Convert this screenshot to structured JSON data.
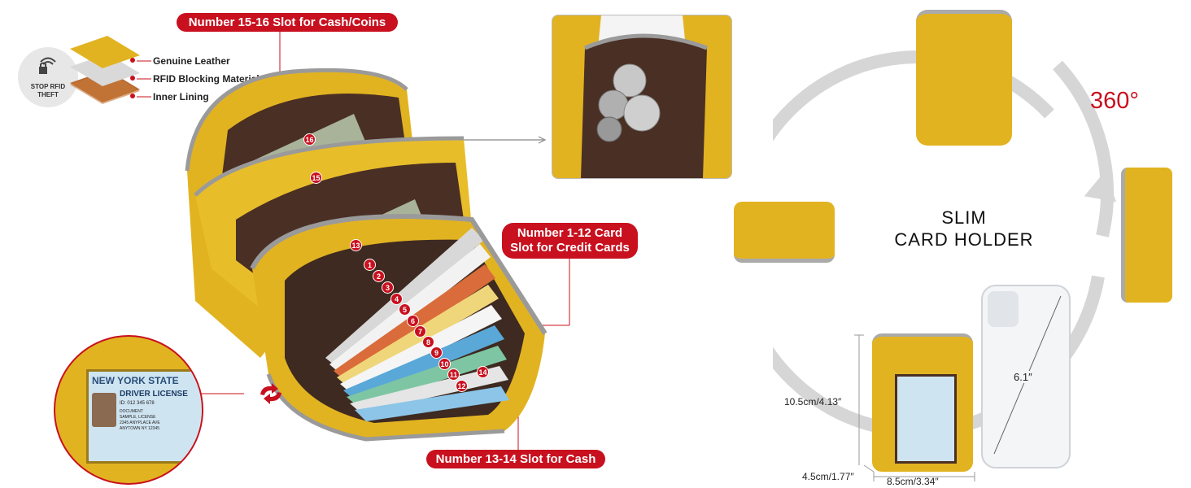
{
  "callouts": {
    "cash_coins": "Number 15-16 Slot for Cash/Coins",
    "credit_cards": "Number 1-12 Card Slot for Credit Cards",
    "cash": "Number 13-14 Slot for Cash"
  },
  "rfid_badge": {
    "line1": "STOP RFID",
    "line2": "THEFT"
  },
  "layers": [
    "Genuine Leather",
    "RFID Blocking Material",
    "Inner Lining"
  ],
  "slot_numbers": [
    "1",
    "2",
    "3",
    "4",
    "5",
    "6",
    "7",
    "8",
    "9",
    "10",
    "11",
    "12",
    "13",
    "14",
    "15",
    "16"
  ],
  "id_card": {
    "state": "NEW YORK STATE",
    "title": "DRIVER LICENSE",
    "id": "ID: 012 345 678",
    "lines": [
      "DOCUMENT",
      "SAMPLE, LICENSE",
      "2345 ANYPLACE AVE",
      "ANYTOWN NY 12345"
    ]
  },
  "rotation": {
    "label": "360°"
  },
  "slim": {
    "line1": "SLIM",
    "line2": "CARD HOLDER"
  },
  "dimensions": {
    "height": "10.5cm/4.13″",
    "depth": "4.5cm/1.77″",
    "width": "8.5cm/3.34″",
    "phone": "6.1″"
  },
  "colors": {
    "accent": "#c8101e",
    "leather": "#e2b321",
    "lining": "#4a2f24"
  }
}
